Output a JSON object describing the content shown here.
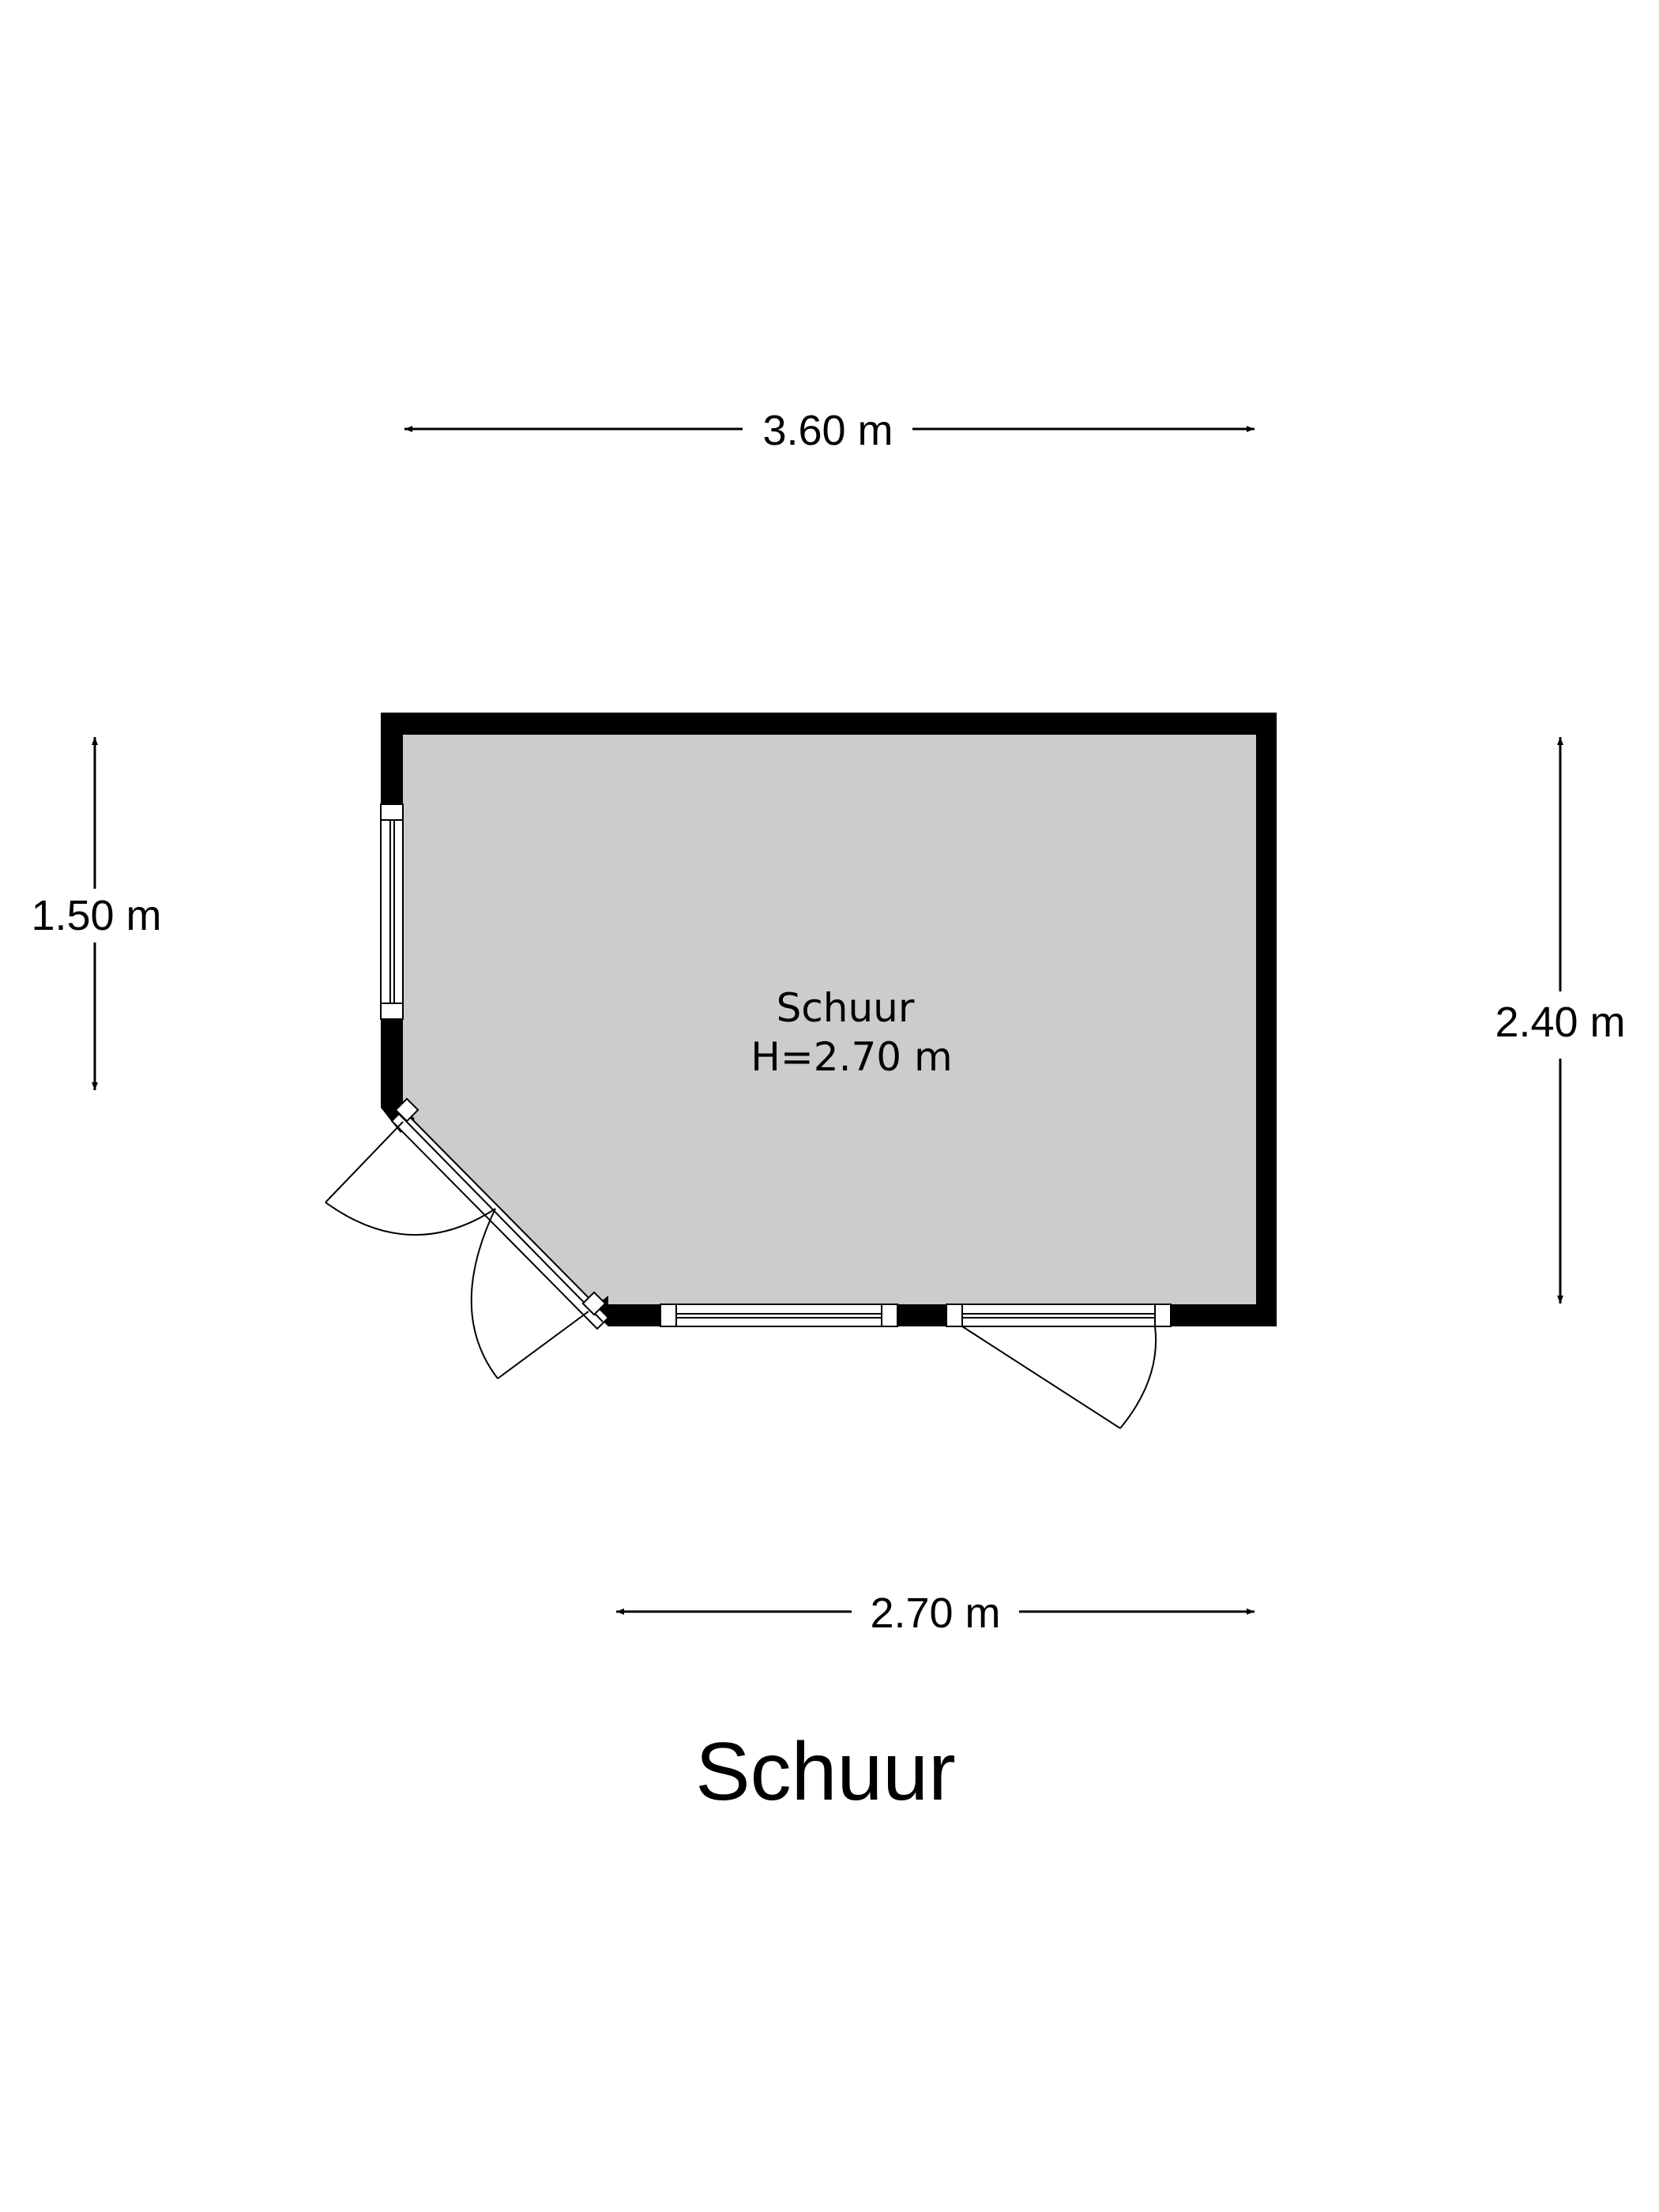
{
  "plan_title": "Schuur",
  "room": {
    "name": "Schuur",
    "height_label": "H=2.70 m"
  },
  "dimensions": {
    "top_width": "3.60 m",
    "bottom_width": "2.70 m",
    "left_height": "1.50 m",
    "right_height": "2.40 m"
  },
  "colors": {
    "wall": "#000000",
    "floor": "#cccccc",
    "background": "#ffffff"
  }
}
